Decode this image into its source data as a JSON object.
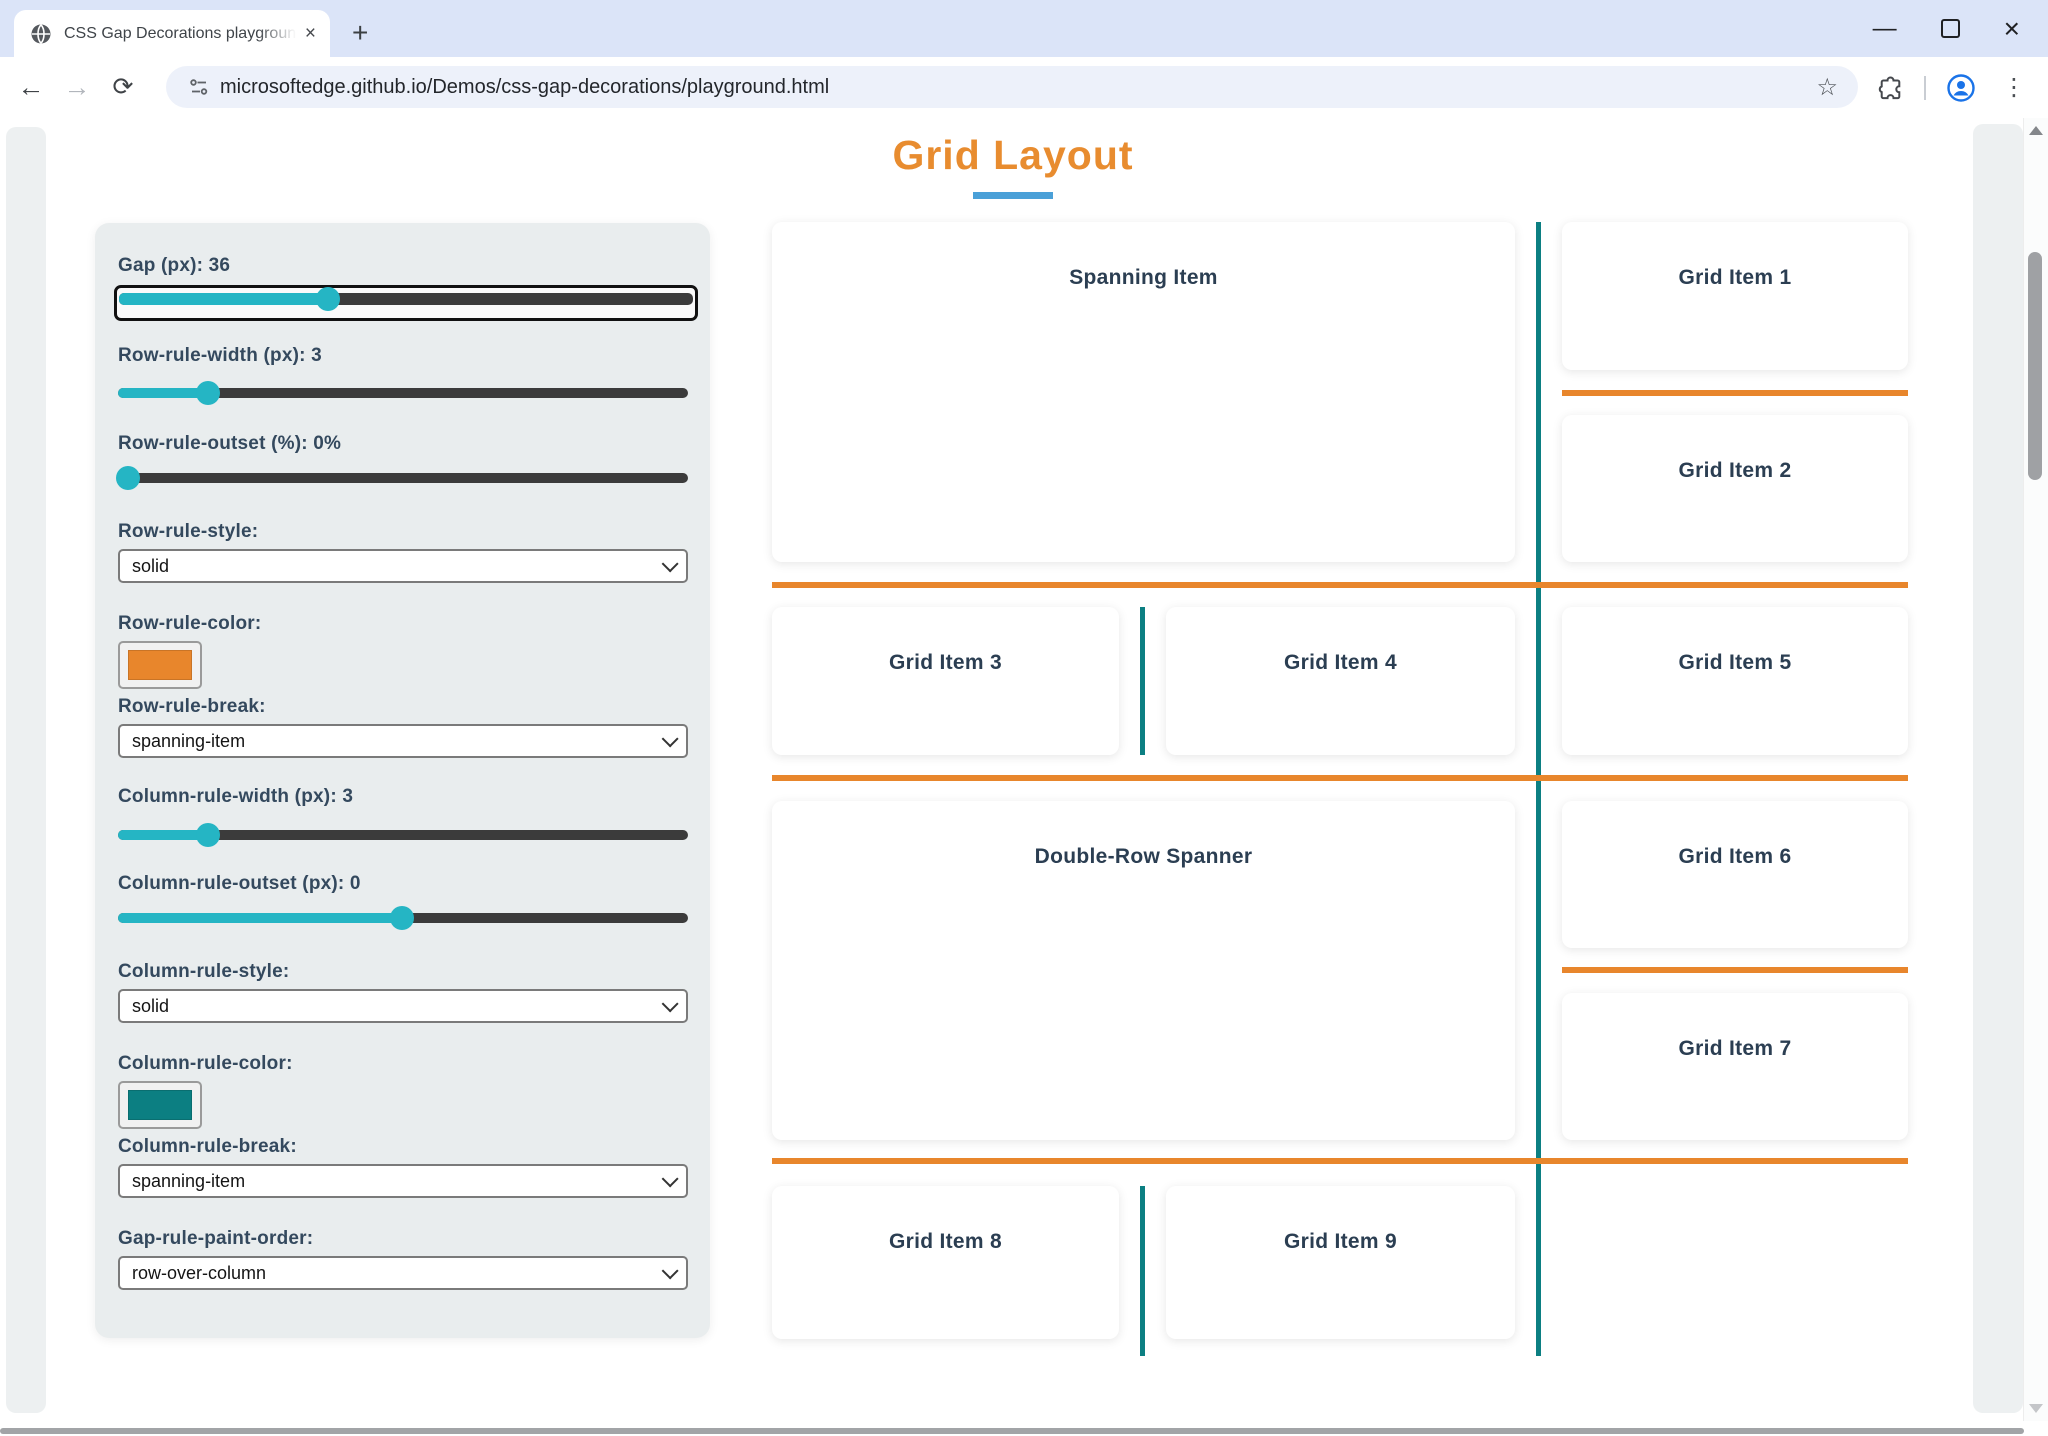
{
  "browser": {
    "tab_title": "CSS Gap Decorations playgroun",
    "url": "microsoftedge.github.io/Demos/css-gap-decorations/playground.html",
    "glyphs": {
      "tab_close": "×",
      "new_tab": "+",
      "back": "←",
      "forward": "→",
      "reload": "⟳",
      "bookmark_star": "☆",
      "menu_dots": "⋮",
      "window_minimize": "—",
      "window_close": "×"
    }
  },
  "page": {
    "title": "Grid Layout",
    "panel": {
      "controls": [
        {
          "label": "Gap (px): 36",
          "type": "slider",
          "value_pct": 36.5,
          "focused": true
        },
        {
          "label": "Row-rule-width (px): 3",
          "type": "slider",
          "value_pct": 16
        },
        {
          "label": "Row-rule-outset (%): 0%",
          "type": "slider",
          "value_pct": 2
        },
        {
          "label": "Row-rule-style:",
          "type": "select",
          "value": "solid"
        },
        {
          "label": "Row-rule-color:",
          "type": "color",
          "swatch_color": "#e8862c"
        },
        {
          "label": "Row-rule-break:",
          "type": "select",
          "value": "spanning-item"
        },
        {
          "label": "Column-rule-width (px): 3",
          "type": "slider",
          "value_pct": 16
        },
        {
          "label": "Column-rule-outset (px): 0",
          "type": "slider",
          "value_pct": 50
        },
        {
          "label": "Column-rule-style:",
          "type": "select",
          "value": "solid"
        },
        {
          "label": "Column-rule-color:",
          "type": "color",
          "swatch_color": "#0c7f82"
        },
        {
          "label": "Column-rule-break:",
          "type": "select",
          "value": "spanning-item"
        },
        {
          "label": "Gap-rule-paint-order:",
          "type": "select",
          "value": "row-over-column"
        }
      ]
    },
    "grid": {
      "items": [
        {
          "label": "Spanning Item"
        },
        {
          "label": "Grid Item 1"
        },
        {
          "label": "Grid Item 2"
        },
        {
          "label": "Grid Item 3"
        },
        {
          "label": "Grid Item 4"
        },
        {
          "label": "Grid Item 5"
        },
        {
          "label": "Double-Row Spanner"
        },
        {
          "label": "Grid Item 6"
        },
        {
          "label": "Grid Item 7"
        },
        {
          "label": "Grid Item 8"
        },
        {
          "label": "Grid Item 9"
        }
      ],
      "rule_colors": {
        "row_rule": "#e8862c",
        "column_rule": "#0c7f82"
      }
    },
    "accent_colors": {
      "slider_teal": "#25b5c4",
      "slider_track": "#3b3b3b",
      "title_orange": "#e88c2f",
      "title_underline_blue": "#4aa0d8"
    }
  }
}
